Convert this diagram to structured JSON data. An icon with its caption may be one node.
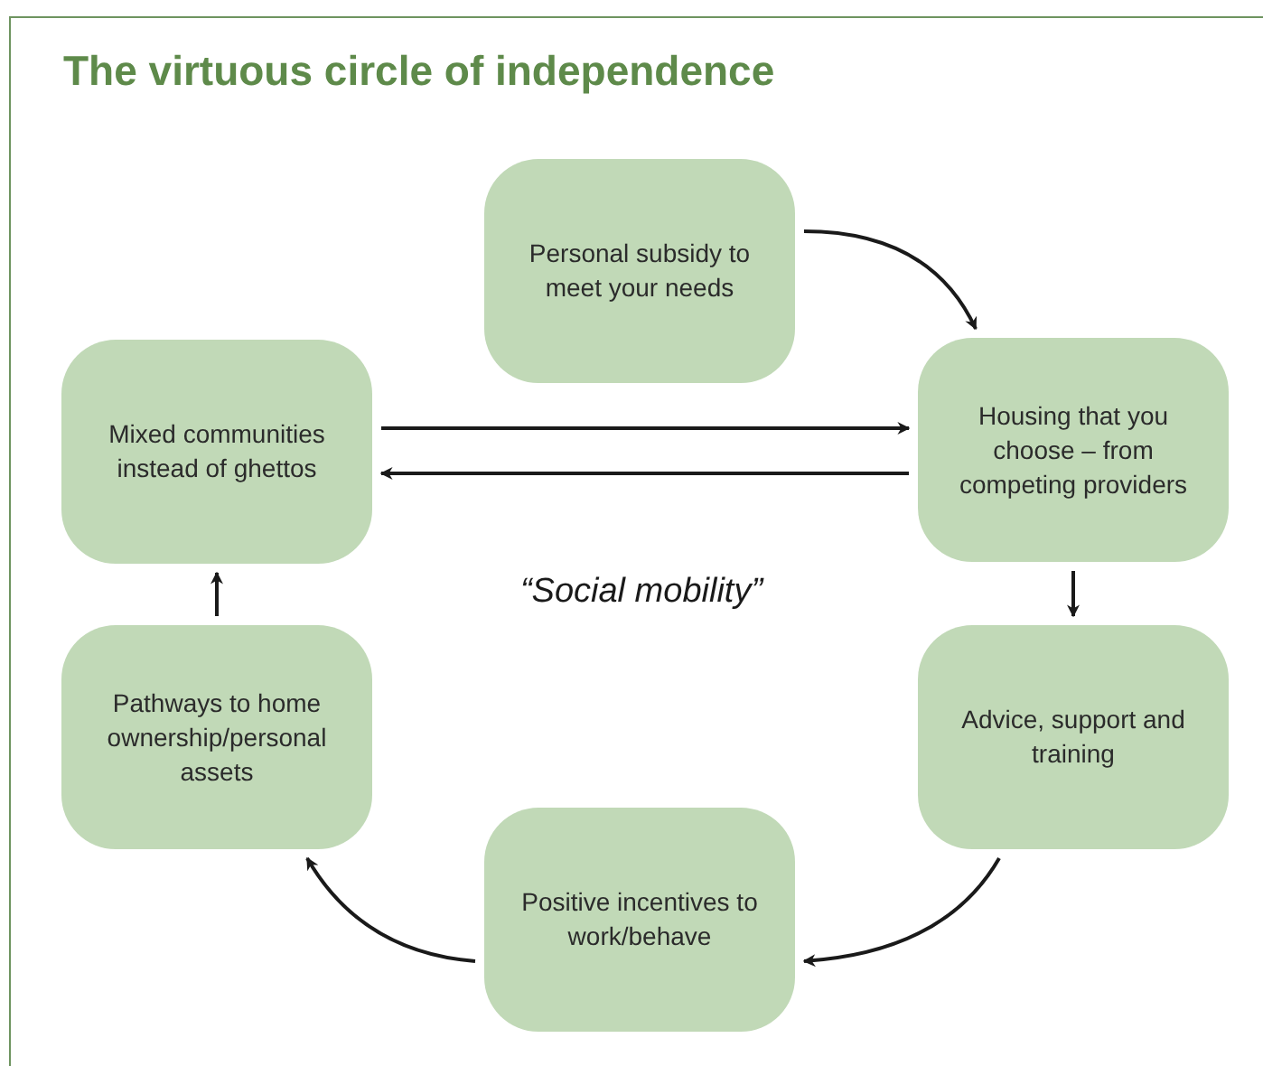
{
  "diagram": {
    "title": "The virtuous circle of independence",
    "nodes": [
      {
        "text": [
          "Personal subsidy to meet your needs"
        ]
      },
      {
        "text": [
          "Housing that you choose – from competing providers"
        ]
      },
      {
        "text": [
          "Advice, support and training"
        ]
      },
      {
        "text": [
          "Positive incentives to work/behave"
        ]
      },
      {
        "text": [
          "Pathways to home ownership/personal assets"
        ]
      },
      {
        "text": [
          "Mixed communities instead of ghettos"
        ]
      }
    ],
    "edges": [
      {
        "from": 0,
        "to": 1,
        "arrow": "to"
      },
      {
        "from": 5,
        "to": 1,
        "arrow": "to"
      },
      {
        "from": 1,
        "to": 5,
        "arrow": "to"
      },
      {
        "from": 1,
        "to": 2,
        "arrow": "to"
      },
      {
        "from": 2,
        "to": 3,
        "arrow": "to"
      },
      {
        "from": 3,
        "to": 4,
        "arrow": "to"
      },
      {
        "from": 4,
        "to": 5,
        "arrow": "to"
      }
    ],
    "labels": [
      "“Social mobility”"
    ]
  }
}
